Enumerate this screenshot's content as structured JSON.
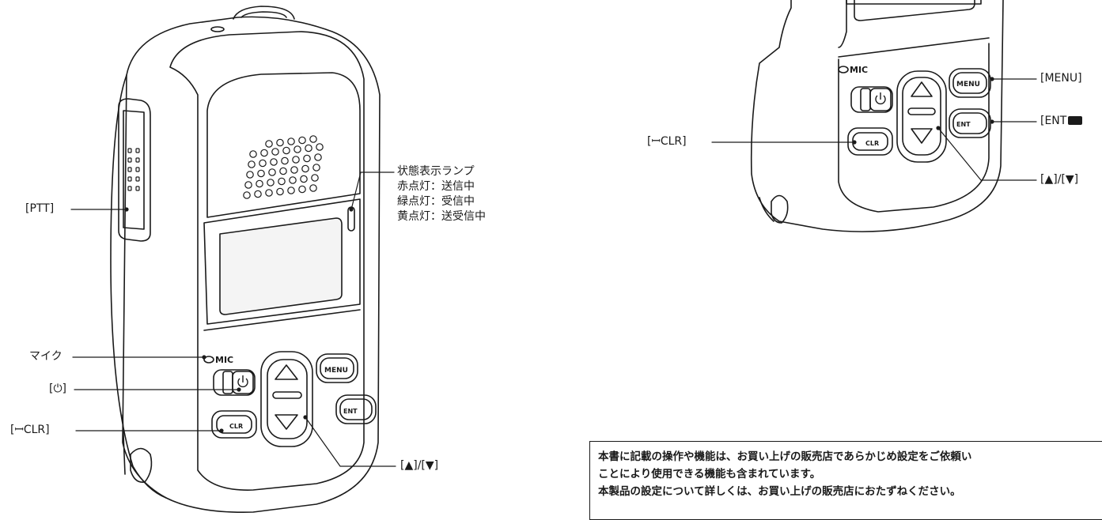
{
  "left_device": {
    "labels": {
      "ptt": "[PTT]",
      "mic": "マイク",
      "power": "[⏻]",
      "clr": "[ꟷCLR]",
      "updown": "[▲]/[▼]"
    },
    "lamp": {
      "title": "状態表示ランプ",
      "lines": [
        "赤点灯：送信中",
        "緑点灯：受信中",
        "黄点灯：送受信中"
      ]
    },
    "body_text": {
      "mic": "MIC",
      "menu": "MENU",
      "ent": "ENT",
      "clr": "CLR"
    }
  },
  "right_device": {
    "labels": {
      "menu": "[MENU]",
      "ent": "[ENT",
      "clr": "[ꟷCLR]",
      "updown": "[▲]/[▼]"
    },
    "body_text": {
      "mic": "MIC",
      "menu": "MENU",
      "ent": "ENT",
      "clr": "CLR"
    }
  },
  "notice": {
    "lines": [
      "本書に記載の操作や機能は、お買い上げの販売店であらかじめ設定をご依頼い",
      "ことにより使用できる機能も含まれています。",
      "本製品の設定について詳しくは、お買い上げの販売店におたずねください。"
    ]
  },
  "colors": {
    "line": "#1a1a1a",
    "screen": "#f4f4f4"
  }
}
